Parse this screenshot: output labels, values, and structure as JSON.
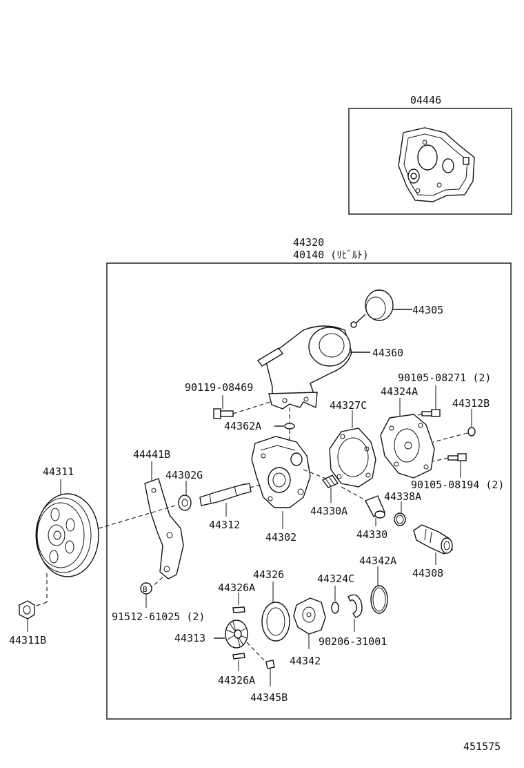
{
  "diagram": {
    "kit_box_label": "04446",
    "assembly_label_1": "44320",
    "assembly_label_2": "40140 (ﾘﾋﾞﾙﾄ)",
    "figure_number": "451575",
    "labels": {
      "p44305": "44305",
      "p44360": "44360",
      "p90119_08469": "90119-08469",
      "p90105_08271": "90105-08271 (2)",
      "p44327C": "44327C",
      "p44324A": "44324A",
      "p44312B": "44312B",
      "p44362A": "44362A",
      "p44441B": "44441B",
      "p44311": "44311",
      "p44302G": "44302G",
      "p44312": "44312",
      "p44302": "44302",
      "p44330A": "44330A",
      "p44330": "44330",
      "p44338A": "44338A",
      "p90105_08194": "90105-08194 (2)",
      "p44308": "44308",
      "p44311B": "44311B",
      "p91512_61025": "91512-61025 (2)",
      "b_mark": "B",
      "p44326": "44326",
      "p44326A_top": "44326A",
      "p44313": "44313",
      "p44326A_bot": "44326A",
      "p44345B": "44345B",
      "p44342": "44342",
      "p44324C": "44324C",
      "p44342A": "44342A",
      "p90206_31001": "90206-31001"
    }
  }
}
